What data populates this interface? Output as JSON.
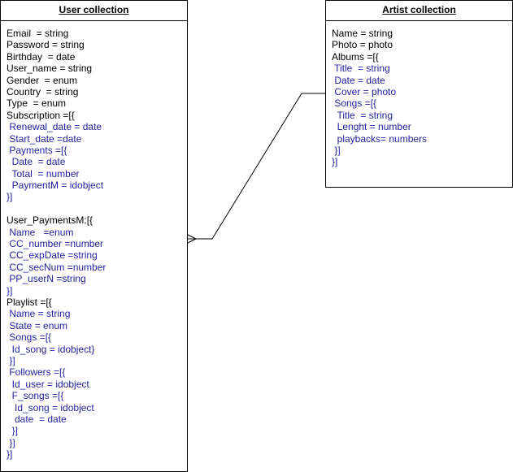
{
  "colors": {
    "text_primary": "#000000",
    "text_nested": "#1f1f9c",
    "border": "#000000",
    "background": "#ffffff"
  },
  "entities": {
    "user": {
      "title": "User collection",
      "lines": [
        {
          "text": "Email  = string",
          "nested": false
        },
        {
          "text": "Password = string",
          "nested": false
        },
        {
          "text": "Birthday  = date",
          "nested": false
        },
        {
          "text": "User_name = string",
          "nested": false
        },
        {
          "text": "Gender  = enum",
          "nested": false
        },
        {
          "text": "Country  = string",
          "nested": false
        },
        {
          "text": "Type  = enum",
          "nested": false
        },
        {
          "text": "Subscription =[{",
          "nested": false
        },
        {
          "text": " Renewal_date = date",
          "nested": true
        },
        {
          "text": " Start_date =date",
          "nested": true
        },
        {
          "text": " Payments =[{",
          "nested": true
        },
        {
          "text": "  Date  = date",
          "nested": true
        },
        {
          "text": "  Total  = number",
          "nested": true
        },
        {
          "text": "  PaymentM = idobject",
          "nested": true
        },
        {
          "text": "}]",
          "nested": true
        },
        {
          "text": "",
          "nested": false
        },
        {
          "text": "User_PaymentsM:[{",
          "nested": false
        },
        {
          "text": " Name   =enum",
          "nested": true
        },
        {
          "text": " CC_number =number",
          "nested": true
        },
        {
          "text": " CC_expDate =string",
          "nested": true
        },
        {
          "text": " CC_secNum =number",
          "nested": true
        },
        {
          "text": " PP_userN =string",
          "nested": true
        },
        {
          "text": "}]",
          "nested": true
        },
        {
          "text": "Playlist =[{",
          "nested": false
        },
        {
          "text": " Name = string",
          "nested": true
        },
        {
          "text": " State = enum",
          "nested": true
        },
        {
          "text": " Songs =[{",
          "nested": true
        },
        {
          "text": "  Id_song = idobject}",
          "nested": true
        },
        {
          "text": " }]",
          "nested": true
        },
        {
          "text": " Followers =[{",
          "nested": true
        },
        {
          "text": "  Id_user = idobject",
          "nested": true
        },
        {
          "text": "  F_songs =[{",
          "nested": true
        },
        {
          "text": "   Id_song = idobject",
          "nested": true
        },
        {
          "text": "   date  = date",
          "nested": true
        },
        {
          "text": "  }]",
          "nested": true
        },
        {
          "text": " }]",
          "nested": true
        },
        {
          "text": "}]",
          "nested": true
        }
      ]
    },
    "artist": {
      "title": "Artist collection",
      "lines": [
        {
          "text": "Name = string",
          "nested": false
        },
        {
          "text": "Photo = photo",
          "nested": false
        },
        {
          "text": "Albums =[{",
          "nested": false
        },
        {
          "text": " Title  = string",
          "nested": true
        },
        {
          "text": " Date = date",
          "nested": true
        },
        {
          "text": " Cover = photo",
          "nested": true
        },
        {
          "text": " Songs =[{",
          "nested": true
        },
        {
          "text": "  Title  = string",
          "nested": true
        },
        {
          "text": "  Lenght = number",
          "nested": true
        },
        {
          "text": "  playbacks= numbers",
          "nested": true
        },
        {
          "text": " }]",
          "nested": true
        },
        {
          "text": "}]",
          "nested": true
        }
      ]
    }
  },
  "relationship": {
    "from": "artist",
    "to": "user",
    "to_end": "crow-foot-many"
  }
}
